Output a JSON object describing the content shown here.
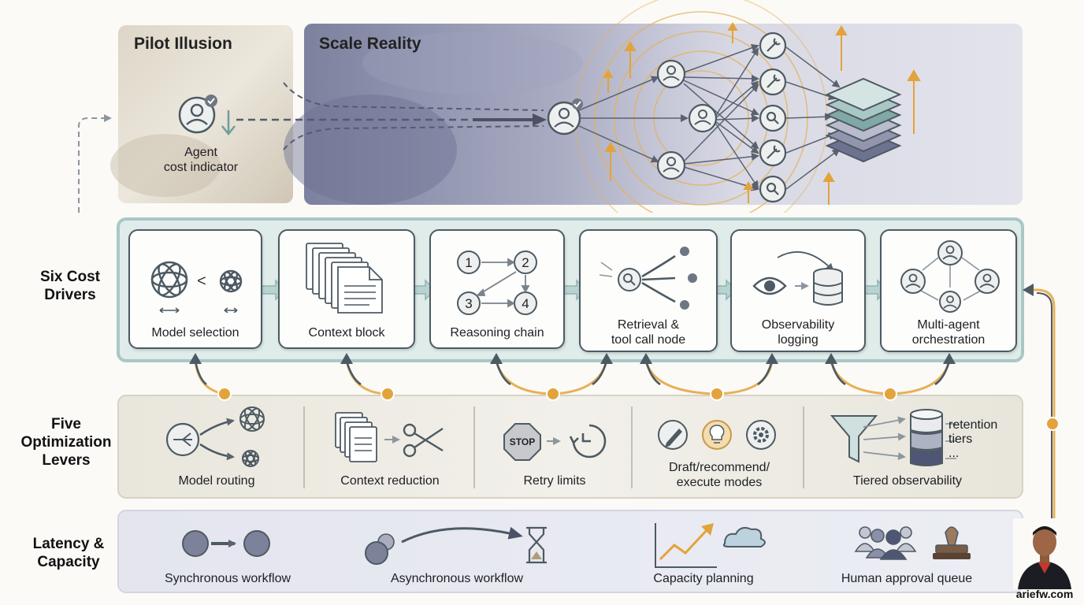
{
  "pilot": {
    "title": "Pilot Illusion",
    "agent_label_line1": "Agent",
    "agent_label_line2": "cost indicator"
  },
  "scale": {
    "title": "Scale Reality"
  },
  "rows": {
    "drivers_line1": "Six Cost",
    "drivers_line2": "Drivers",
    "levers_line1": "Five",
    "levers_line2": "Optimization",
    "levers_line3": "Levers",
    "latency_line1": "Latency &",
    "latency_line2": "Capacity"
  },
  "drivers": [
    {
      "line1": "Model selection",
      "line2": ""
    },
    {
      "line1": "Context block",
      "line2": ""
    },
    {
      "line1": "Reasoning chain",
      "line2": ""
    },
    {
      "line1": "Retrieval &",
      "line2": "tool call node"
    },
    {
      "line1": "Observability",
      "line2": "logging"
    },
    {
      "line1": "Multi-agent",
      "line2": "orchestration"
    }
  ],
  "reasoning_steps": [
    "1",
    "2",
    "3",
    "4"
  ],
  "model_compare_symbol": "<",
  "levers": [
    {
      "line1": "Model routing",
      "line2": ""
    },
    {
      "line1": "Context reduction",
      "line2": ""
    },
    {
      "line1": "Retry limits",
      "line2": ""
    },
    {
      "line1": "Draft/recommend/",
      "line2": "execute modes"
    },
    {
      "line1": "Tiered observability",
      "line2": ""
    }
  ],
  "stop_sign_text": "STOP",
  "retention": {
    "line1": "retention",
    "line2": "tiers",
    "line3": "..."
  },
  "latency": [
    "Synchronous workflow",
    "Asynchronous workflow",
    "Capacity planning",
    "Human approval queue"
  ],
  "author": "ariefw.com",
  "colors": {
    "accent_gold": "#e3a33b",
    "frame_teal": "#aac7c5",
    "ink": "#4d5a63",
    "scale_wash": "#8a8fab"
  }
}
